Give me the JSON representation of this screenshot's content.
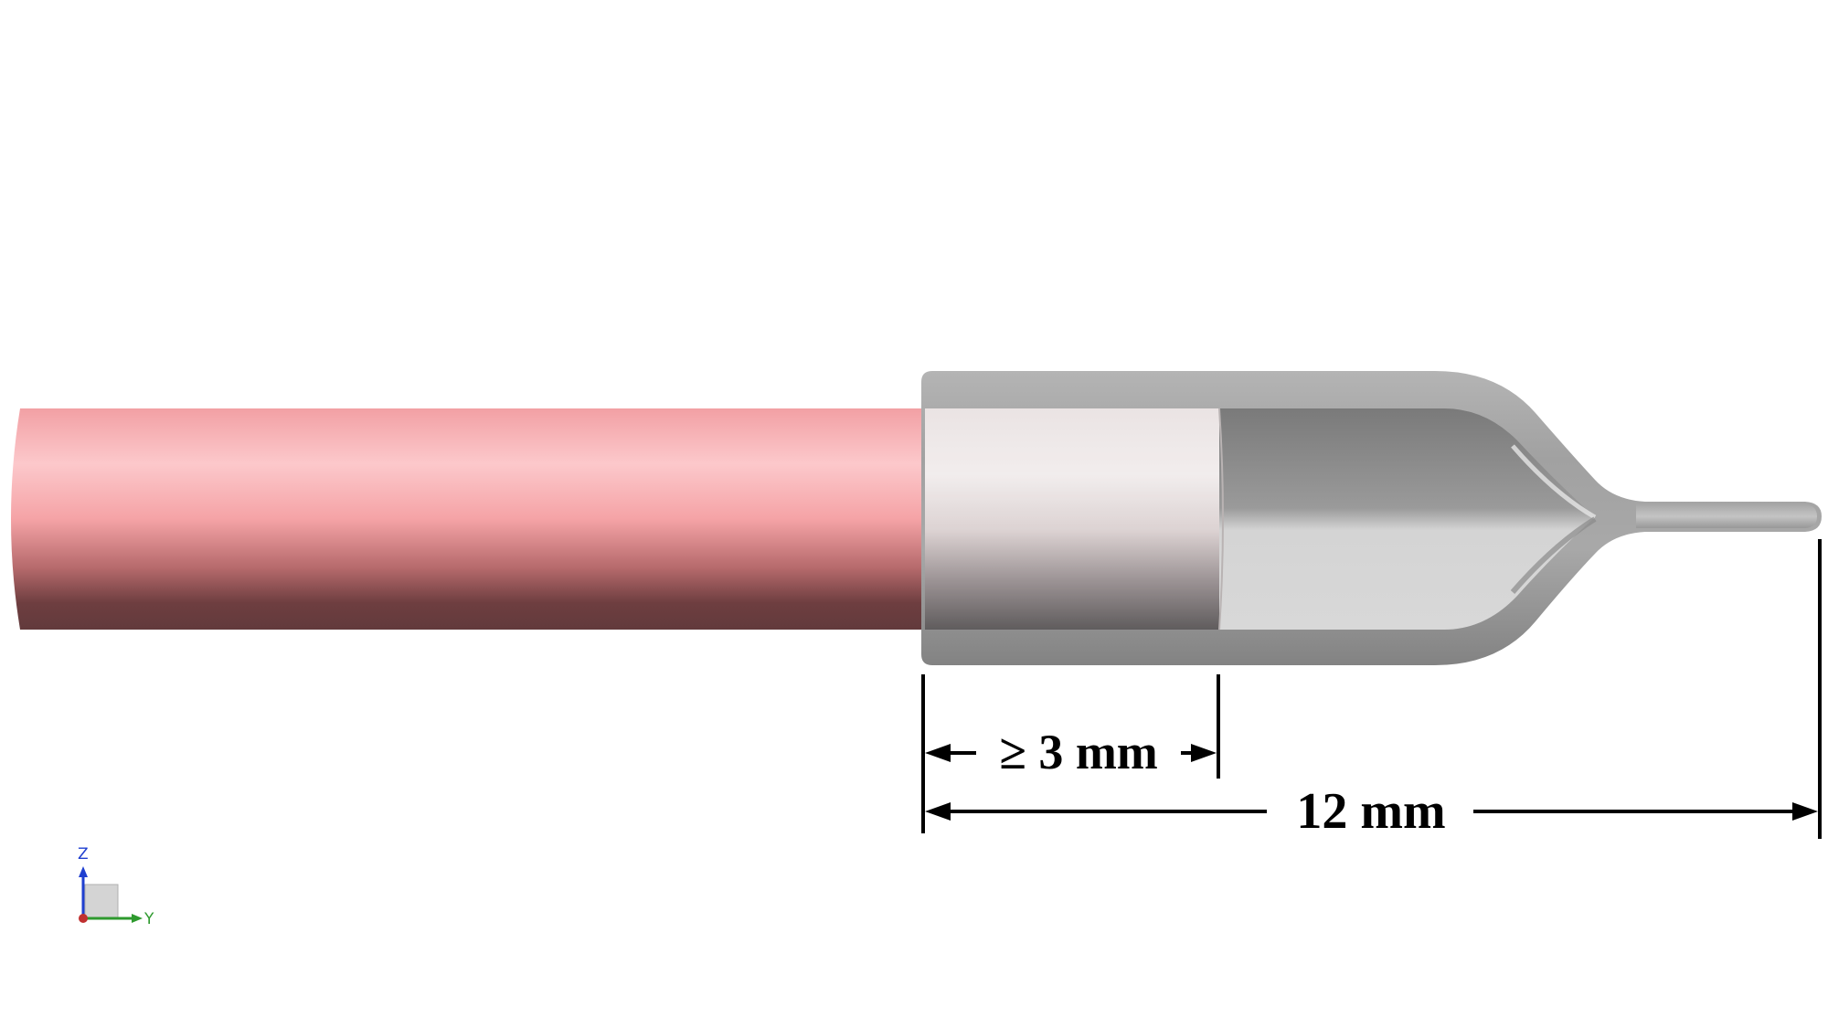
{
  "dimensions": {
    "insertion_depth": {
      "label": "≥ 3 mm"
    },
    "total_length": {
      "label": "12 mm"
    }
  },
  "triad": {
    "z_label": "Z",
    "y_label": "Y"
  },
  "colors": {
    "cylinder": "#f2a0a4",
    "cap": "#9a9a9a",
    "z_axis": "#1f3fd0",
    "y_axis": "#2e9a2e",
    "x_axis": "#c03030"
  }
}
